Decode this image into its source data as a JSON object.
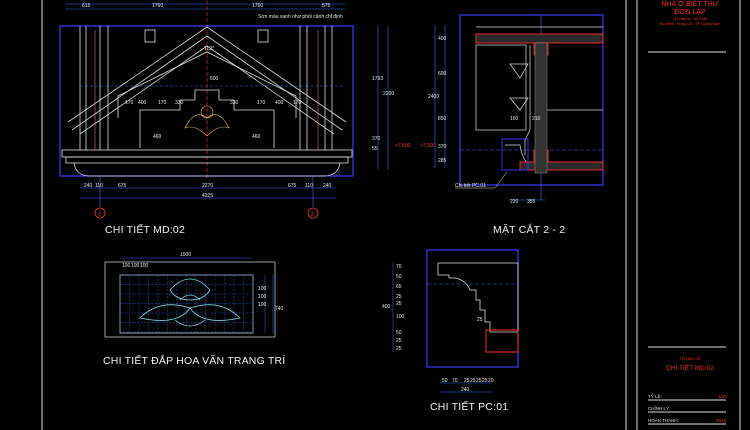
{
  "title_block": {
    "project_title": "NHÀ Ở BIỆT THỰ",
    "project_subtitle": "ĐƠN LẬP",
    "owner": "Chủ đầu tư : Mr Tuấn",
    "location": "Địa điểm : Hưng Cát - TP Quảng Nam",
    "drawing_name_label": "TÊN BẢN VẼ",
    "drawing_name": "CHI TIẾT MD:02",
    "scale_label": "TỶ LỆ:",
    "scale_value": "1/25",
    "checked_label": "CHỈNH LÝ:",
    "completed_label": "HOÀN THÀNH:",
    "completed_value": "2018"
  },
  "elevation": {
    "title": "CHI TIẾT MD:02",
    "note": "Sơn màu xanh như phối cảnh chỉ định",
    "top_dims": [
      "615",
      "1760",
      "1760",
      "575"
    ],
    "bottom_dims": [
      "240",
      "110",
      "675",
      "2270",
      "675",
      "110",
      "240"
    ],
    "total_dim": "4225",
    "right_dims": [
      "1793",
      "370",
      "55",
      "2200"
    ],
    "angle": "112°",
    "inner_dims": [
      "170",
      "400",
      "170",
      "330",
      "330",
      "170",
      "400",
      "170",
      "460",
      "460",
      "600"
    ],
    "grid_marks": [
      "2",
      "3"
    ],
    "level_marks": [
      "+7.500",
      "+7.500"
    ]
  },
  "section": {
    "title": "MẶT CẮT 2 - 2",
    "left_dims": [
      "400",
      "600",
      "850",
      "370",
      "285"
    ],
    "total_dim": "2400",
    "inner_dims": [
      "160",
      "210"
    ],
    "bottom_dims": [
      "220",
      "355"
    ],
    "callout": "Chi tiết PC.01"
  },
  "ornament": {
    "title": "CHI TIẾT ĐẮP HOA VĂN TRANG TRÍ",
    "top_dim": "1500",
    "sub_dims": [
      "100",
      "100",
      "100"
    ],
    "right_dims": [
      "100",
      "100",
      "100"
    ],
    "right_total": "740"
  },
  "pc01": {
    "title": "CHI TIẾT PC:01",
    "left_dims": [
      "70",
      "50",
      "65",
      "25",
      "25",
      "100",
      "50",
      "25",
      "25"
    ],
    "total_dim": "400",
    "inner_dim": "25",
    "bottom_dims": [
      "50",
      "70",
      "25",
      "25",
      "25",
      "25",
      "20"
    ],
    "bottom_total": "240"
  },
  "colors": {
    "background": "#000000",
    "frame": "#3a3aff",
    "accent_red": "#ff2a2a",
    "line": "#e8e8e8",
    "dim": "#2f6bff"
  }
}
